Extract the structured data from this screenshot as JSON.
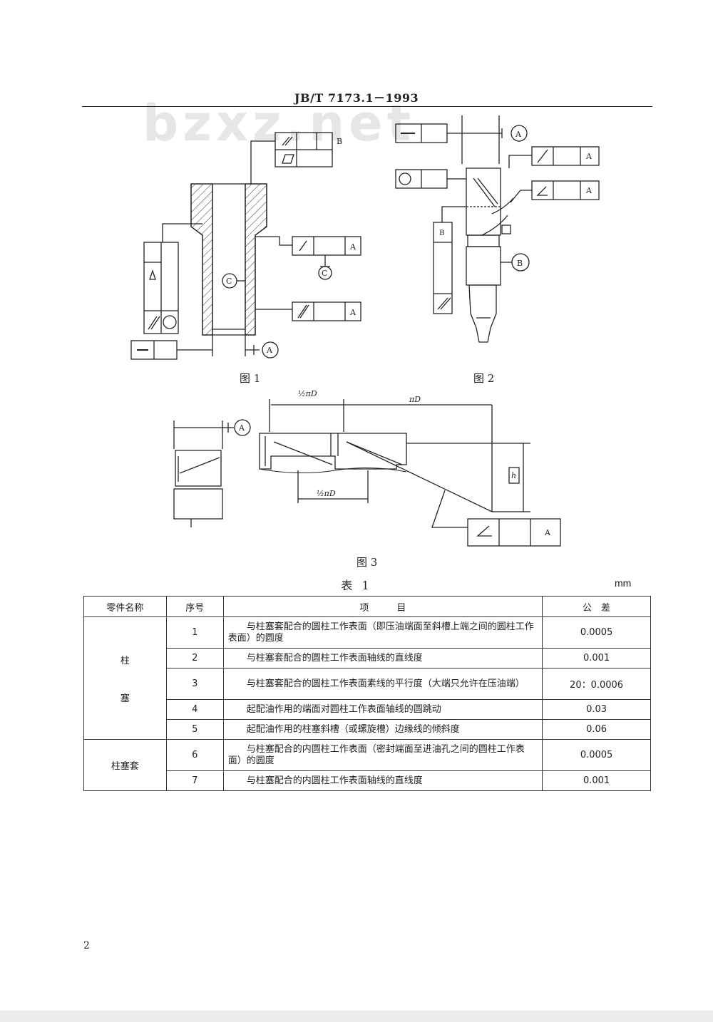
{
  "header": {
    "title": "JB/T  7173.1－1993",
    "watermark": "bzxz.net"
  },
  "figures": {
    "fig1": {
      "caption": "图 1",
      "datum_labels": [
        "B",
        "A",
        "C",
        "A",
        "A",
        "C"
      ]
    },
    "fig2": {
      "caption": "图 2",
      "datum_labels": [
        "A",
        "A",
        "A",
        "B",
        "B"
      ]
    },
    "fig3": {
      "caption": "图 3",
      "dim_half": "½πD",
      "dim_full": "πD",
      "dim_h": "h",
      "datum": "A",
      "frame_datum": "A"
    }
  },
  "table": {
    "caption": "表 1",
    "unit": "mm",
    "headers": [
      "零件名称",
      "序号",
      "项　　　目",
      "公　差"
    ],
    "group1": {
      "name_line1": "柱",
      "name_line2": "塞"
    },
    "group2": {
      "name": "柱塞套"
    },
    "rows": [
      {
        "no": "1",
        "item": "与柱塞套配合的圆柱工作表面（即压油端面至斜槽上端之间的圆柱工作表面）的圆度",
        "tol": "0.0005"
      },
      {
        "no": "2",
        "item": "与柱塞套配合的圆柱工作表面轴线的直线度",
        "tol": "0.001"
      },
      {
        "no": "3",
        "item": "与柱塞套配合的圆柱工作表面素线的平行度（大端只允许在压油端）",
        "tol": "20：0.0006"
      },
      {
        "no": "4",
        "item": "起配油作用的端面对圆柱工作表面轴线的圆跳动",
        "tol": "0.03"
      },
      {
        "no": "5",
        "item": "起配油作用的柱塞斜槽（或螺旋槽）边缘线的倾斜度",
        "tol": "0.06"
      },
      {
        "no": "6",
        "item": "与柱塞配合的内圆柱工作表面（密封端面至进油孔之间的圆柱工作表面）的圆度",
        "tol": "0.0005"
      },
      {
        "no": "7",
        "item": "与柱塞配合的内圆柱工作表面轴线的直线度",
        "tol": "0.001"
      }
    ]
  },
  "footer": {
    "page_number": "2"
  }
}
